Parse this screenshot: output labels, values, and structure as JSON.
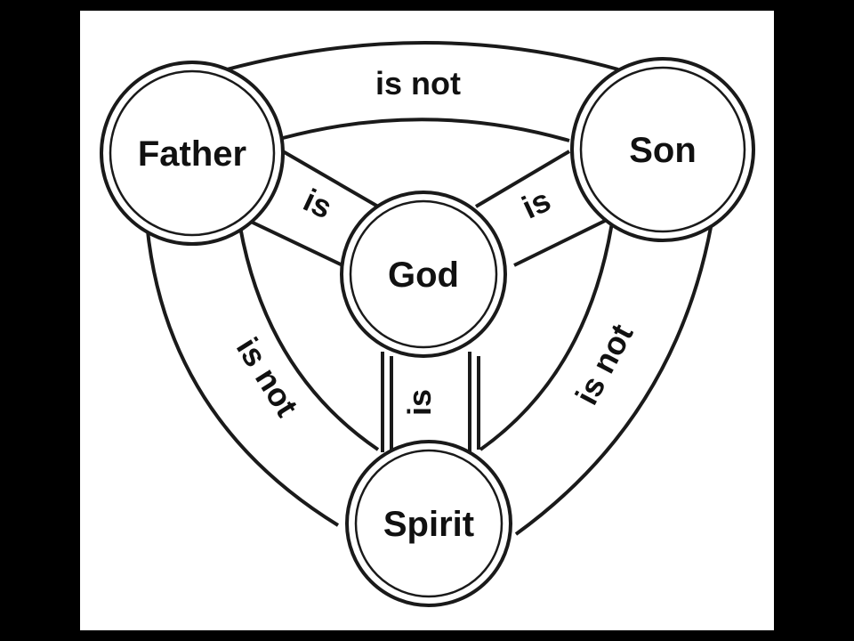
{
  "diagram": {
    "nodes": [
      {
        "id": "father",
        "label": "Father"
      },
      {
        "id": "son",
        "label": "Son"
      },
      {
        "id": "god",
        "label": "God"
      },
      {
        "id": "spirit",
        "label": "Spirit"
      }
    ],
    "edges": [
      {
        "from": "father",
        "to": "son",
        "label": "is not"
      },
      {
        "from": "father",
        "to": "spirit",
        "label": "is not"
      },
      {
        "from": "son",
        "to": "spirit",
        "label": "is not"
      },
      {
        "from": "father",
        "to": "god",
        "label": "is"
      },
      {
        "from": "son",
        "to": "god",
        "label": "is"
      },
      {
        "from": "spirit",
        "to": "god",
        "label": "is"
      }
    ]
  }
}
